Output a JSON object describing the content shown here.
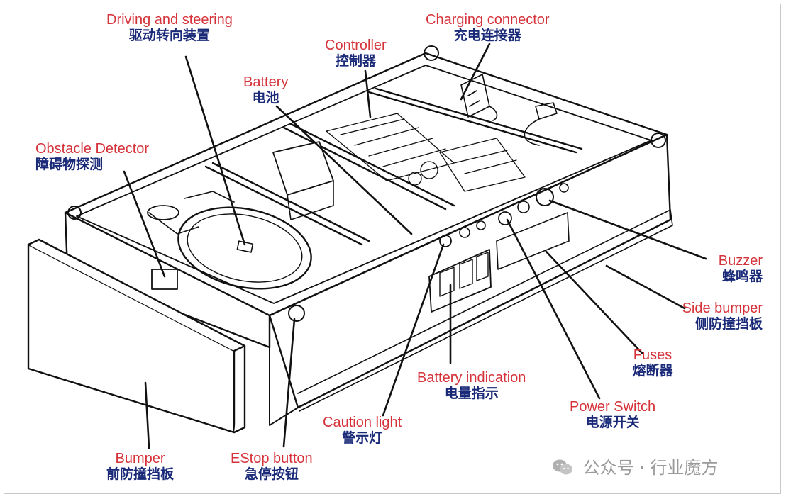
{
  "labels": {
    "driving": {
      "en": "Driving and steering",
      "zh": "驱动转向装置"
    },
    "controller": {
      "en": "Controller",
      "zh": "控制器"
    },
    "charging": {
      "en": "Charging connector",
      "zh": "充电连接器"
    },
    "battery": {
      "en": "Battery",
      "zh": "电池"
    },
    "obstacle": {
      "en": "Obstacle Detector",
      "zh": "障碍物探测"
    },
    "buzzer": {
      "en": "Buzzer",
      "zh": "蜂鸣器"
    },
    "side": {
      "en": "Side bumper",
      "zh": "侧防撞挡板"
    },
    "fuses": {
      "en": "Fuses",
      "zh": "熔断器"
    },
    "battind": {
      "en": "Battery indication",
      "zh": "电量指示"
    },
    "power": {
      "en": "Power Switch",
      "zh": "电源开关"
    },
    "caution": {
      "en": "Caution light",
      "zh": "警示灯"
    },
    "bumper": {
      "en": "Bumper",
      "zh": "前防撞挡板"
    },
    "estop": {
      "en": "EStop button",
      "zh": "急停按钮"
    }
  },
  "watermark": {
    "text": "公众号 · 行业魔方"
  },
  "colors": {
    "english": "#d5323a",
    "chinese": "#1a2a78",
    "line": "#111111"
  }
}
